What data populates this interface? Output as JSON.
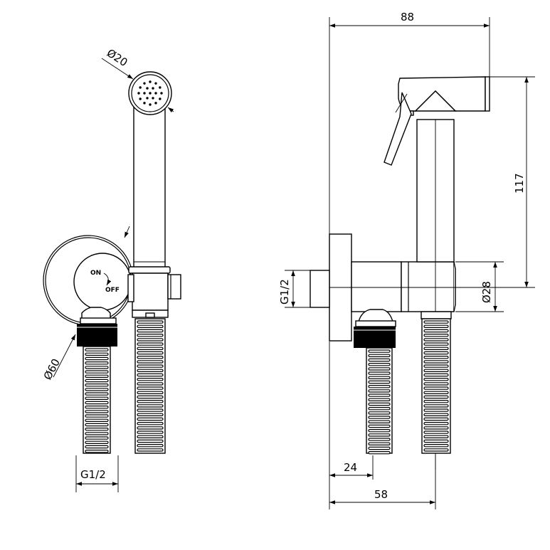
{
  "front_view": {
    "head_diameter": "Ø20",
    "flange_diameter": "Ø60",
    "thread_bottom": "G1/2",
    "valve_on": "ON",
    "valve_off": "OFF"
  },
  "side_view": {
    "total_width": "88",
    "height": "117",
    "thread_side": "G1/2",
    "body_diameter": "Ø28",
    "offset_small": "24",
    "offset_large": "58"
  }
}
